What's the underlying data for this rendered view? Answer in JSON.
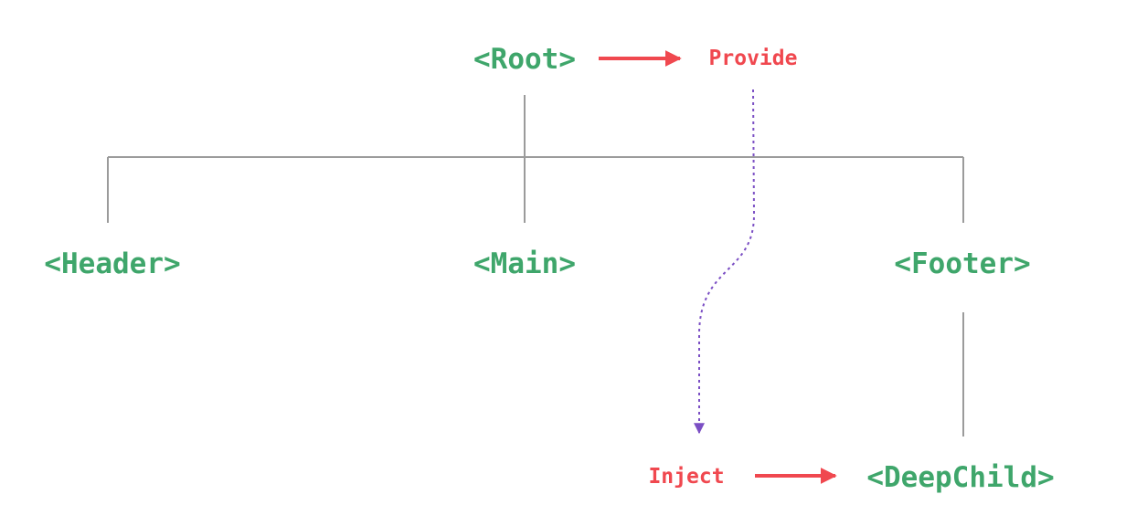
{
  "colors": {
    "component": "#3fa66b",
    "action": "#f0484f",
    "flow": "#7b4fc4",
    "tree_line": "#9b9b9b",
    "background": "#ffffff"
  },
  "nodes": {
    "root": "<Root>",
    "header": "<Header>",
    "main": "<Main>",
    "footer": "<Footer>",
    "deep_child": "<DeepChild>"
  },
  "actions": {
    "provide": "Provide",
    "inject": "Inject"
  }
}
